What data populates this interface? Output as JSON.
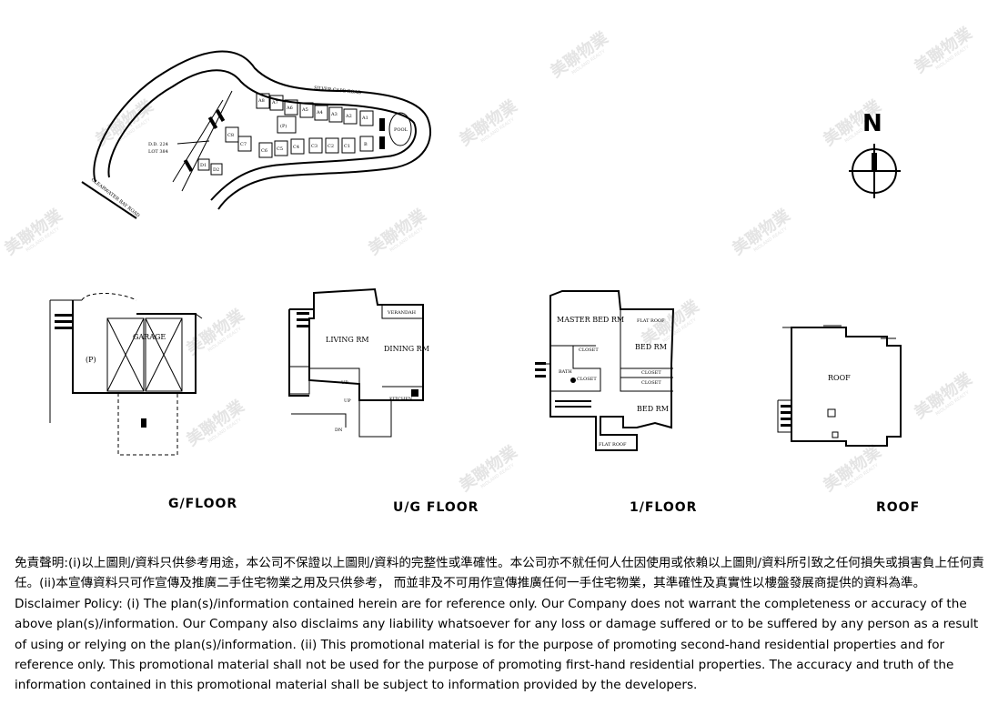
{
  "site_plan": {
    "roads": [
      "SILVER CAPE ROAD",
      "CLEARWATER BAY ROAD"
    ],
    "lot": [
      "D.D. 224",
      "LOT 384"
    ],
    "pool_label": "POOL",
    "parking_label": "(P)",
    "house_codes": [
      "A8",
      "A7",
      "A6",
      "A5",
      "A4",
      "A3",
      "A2",
      "A1",
      "C8",
      "C7",
      "C6",
      "C5",
      "C4",
      "C3",
      "C2",
      "C1",
      "B",
      "D1",
      "D2"
    ]
  },
  "compass": {
    "label": "N"
  },
  "floors": {
    "ground": {
      "title": "G/FLOOR",
      "labels": {
        "garage": "GARAGE",
        "parking": "(P)"
      }
    },
    "upper_ground": {
      "title": "U/G FLOOR",
      "labels": {
        "living": "LIVING RM",
        "dining": "DINING RM",
        "kitchen": "KITCHEN",
        "verandah": "VERANDAH",
        "up": "UP",
        "up2": "UP",
        "dn": "DN"
      }
    },
    "first": {
      "title": "1/FLOOR",
      "labels": {
        "master": "MASTER BED RM",
        "bed1": "BED RM",
        "bed2": "BED RM",
        "bath": "BATH",
        "closet1": "CLOSET",
        "closet2": "CLOSET",
        "closet3": "CLOSET",
        "closet4": "CLOSET",
        "flat_roof1": "FLAT ROOF",
        "flat_roof2": "FLAT ROOF"
      }
    },
    "roof": {
      "title": "ROOF",
      "labels": {
        "roof": "ROOF"
      }
    }
  },
  "watermark": {
    "text": "美聯物業",
    "sub": "MIDLAND REALTY"
  },
  "disclaimer": {
    "zh": "免責聲明:(i)以上圖則/資料只供參考用途，本公司不保證以上圖則/資料的完整性或準確性。本公司亦不就任何人仕因使用或依賴以上圖則/資料所引致之任何損失或損害負上任何責任。(ii)本宣傳資料只可作宣傳及推廣二手住宅物業之用及只供參考， 而並非及不可用作宣傳推廣任何一手住宅物業，其準確性及真實性以樓盤發展商提供的資料為準。",
    "en": "Disclaimer Policy: (i) The plan(s)/information contained herein are for reference only. Our Company does not warrant the completeness or accuracy of the above plan(s)/information. Our Company also disclaims any liability whatsoever for any loss or damage suffered or to be suffered by any person as a result of using or relying on the plan(s)/information. (ii) This promotional material is for the purpose of promoting second-hand residential properties and for reference only. This promotional material shall not be used for the purpose of promoting first-hand residential properties. The accuracy and truth of the information contained in this promotional material shall be subject to information provided by the developers."
  }
}
